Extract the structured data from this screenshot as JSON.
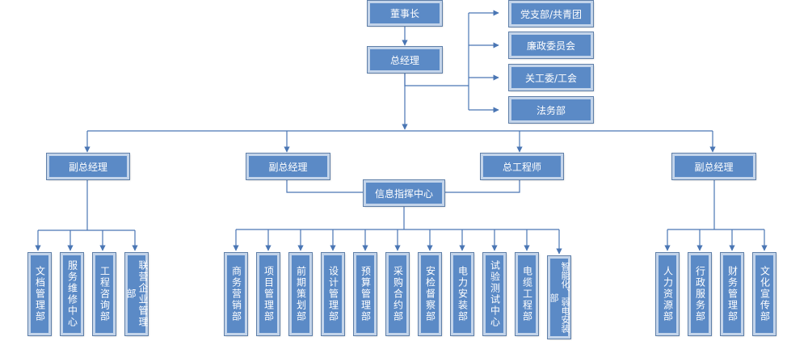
{
  "diagram": {
    "top": {
      "chairman": "董事长",
      "general_manager": "总经理"
    },
    "side_departments": [
      "党支部/共青团",
      "廉政委员会",
      "关工委/工会",
      "法务部"
    ],
    "executives": {
      "vp_left": "副总经理",
      "vp_middle": "副总经理",
      "chief_engineer": "总工程师",
      "vp_right": "副总经理"
    },
    "info_center": "信息指挥中心",
    "left_departments": [
      "文档管理部",
      "服务维修中心",
      "工程咨询部",
      "联营企业管理部"
    ],
    "middle_departments": [
      "商务营销部",
      "项目管理部",
      "前期策划部",
      "设计管理部",
      "预算管理部",
      "采购合约部",
      "安检督察部",
      "电力安装部",
      "试验测试中心",
      "电缆工程部",
      "智能化、弱电安装部"
    ],
    "right_departments": [
      "人力资源部",
      "行政服务部",
      "财务管理部",
      "文化宣传部"
    ]
  },
  "colors": {
    "box_fill": "#5b8ac6",
    "box_border": "#c3d4ea",
    "line": "#4a76b4"
  }
}
